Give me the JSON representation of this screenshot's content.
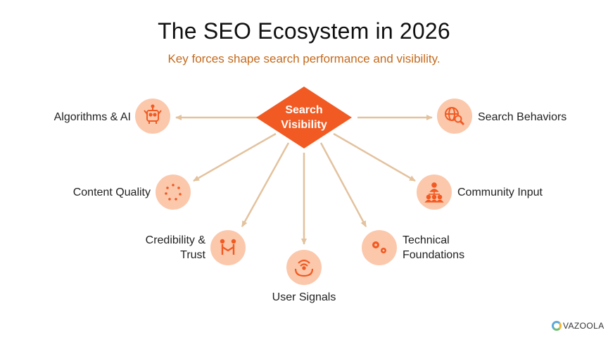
{
  "title": "The SEO Ecosystem in 2026",
  "subtitle": "Key forces shape search performance and visibility.",
  "center": {
    "line1": "Search",
    "line2": "Visibility"
  },
  "nodes": {
    "algorithms": {
      "label": "Algorithms & AI",
      "icon": "robot-icon"
    },
    "search_behaviors": {
      "label": "Search Behaviors",
      "icon": "globe-search-icon"
    },
    "content_quality": {
      "label": "Content Quality",
      "icon": "dotted-circle-icon"
    },
    "community_input": {
      "label": "Community Input",
      "icon": "people-network-icon"
    },
    "credibility": {
      "line1": "Credibility &",
      "line2": "Trust",
      "icon": "handshake-icon"
    },
    "technical": {
      "line1": "Technical",
      "line2": "Foundations",
      "icon": "gears-icon"
    },
    "user_signals": {
      "label": "User Signals",
      "icon": "hand-signal-icon"
    }
  },
  "logo": {
    "text": "VAZOOLA"
  },
  "colors": {
    "accent": "#f15a22",
    "node_fill": "#fbc8ac",
    "icon": "#f15a22",
    "arrow": "#e3c29e",
    "subtitle": "#c46a1c"
  }
}
